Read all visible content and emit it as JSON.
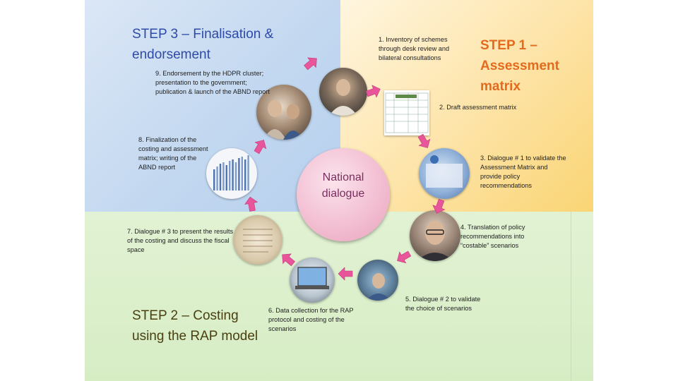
{
  "steps": {
    "step3": "STEP 3 – Finalisation & endorsement",
    "step1": "STEP 1 – Assessment matrix",
    "step2": "STEP 2 – Costing using the RAP model"
  },
  "center": {
    "label": "National\ndialogue"
  },
  "cycle_items": [
    "1. Inventory of schemes through desk review and bilateral consultations",
    "2. Draft assessment matrix",
    "3.  Dialogue # 1 to validate the Assessment Matrix and provide policy recommendations",
    "4. Translation of policy recommendations into “costable” scenarios",
    "5. Dialogue # 2 to validate the choice of scenarios",
    "6. Data collection for the RAP protocol and costing of the scenarios",
    "7. Dialogue # 3 to present the results of the costing and discuss the fiscal space",
    "8. Finalization of the costing and assessment matrix; writing of the ABND report",
    "9. Endorsement by the HDPR cluster; presentation to the government; publication & launch of the ABND report"
  ],
  "colors": {
    "step3": "#2e4aa8",
    "step1": "#e26b1e",
    "step2": "#4a3f10",
    "arrow": "#e8559a",
    "hub": "#f2bcd0"
  },
  "icons": [
    "arrow-icon"
  ]
}
